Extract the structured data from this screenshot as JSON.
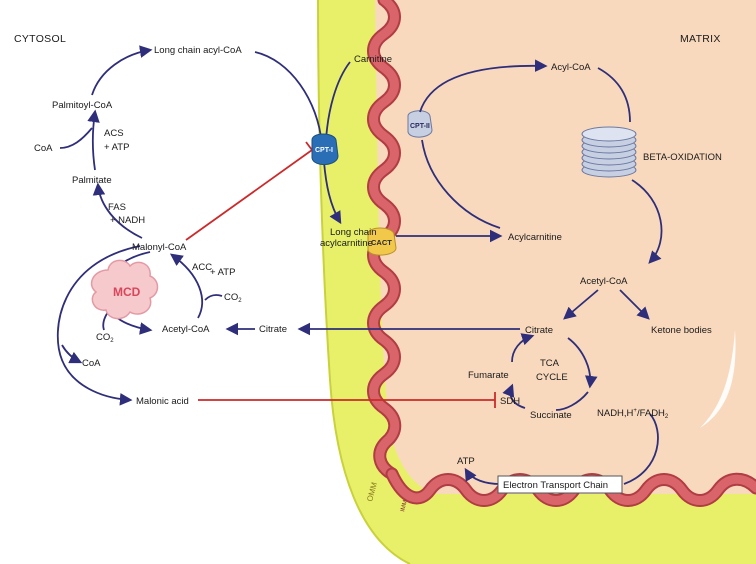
{
  "regions": {
    "cytosol": "CYTOSOL",
    "matrix": "MATRIX",
    "omm": "OMM",
    "imm": "IMM"
  },
  "cytosol": {
    "long_chain_acyl_coa": "Long chain acyl-CoA",
    "palmitoyl_coa": "Palmitoyl-CoA",
    "acs": "ACS",
    "plus_atp_acs": "+ ATP",
    "coa_acs": "CoA",
    "palmitate": "Palmitate",
    "fas": "FAS",
    "plus_nadh": "+ NADH",
    "malonyl_coa": "Malonyl-CoA",
    "acc": "ACC",
    "plus_atp_acc": "+ ATP",
    "co2_acc": "CO",
    "co2_acc_sub": "2",
    "mcd": "MCD",
    "co2_mcd": "CO",
    "co2_mcd_sub": "2",
    "acetyl_coa": "Acetyl-CoA",
    "citrate": "Citrate",
    "coa_malonic": "CoA",
    "malonic_acid": "Malonic acid"
  },
  "membrane": {
    "carnitine": "Carnitine",
    "cpt1": "CPT-I",
    "cpt2": "CPT-II",
    "long_chain_acylcarnitine_1": "Long chain",
    "long_chain_acylcarnitine_2": "acylcarnitine",
    "cact": "CACT"
  },
  "matrix": {
    "acyl_coa": "Acyl-CoA",
    "beta_oxidation": "BETA-OXIDATION",
    "acylcarnitine": "Acylcarnitine",
    "acetyl_coa": "Acetyl-CoA",
    "citrate": "Citrate",
    "ketone_bodies": "Ketone bodies",
    "tca_1": "TCA",
    "tca_2": "CYCLE",
    "fumarate": "Fumarate",
    "sdh": "SDH",
    "succinate": "Succinate",
    "nadh_1": "NADH,H",
    "nadh_sup": "+",
    "nadh_2": "/FADH",
    "nadh_sub": "2",
    "atp": "ATP",
    "etc": "Electron Transport Chain"
  },
  "colors": {
    "pathway": "#2e2e7a",
    "inhibition": "#cc2a2a",
    "omm": "#e8f06a",
    "matrix": "#f9d9bd",
    "imm_fill": "#d9646a",
    "imm_stroke": "#b03c44",
    "cpt": "#2a6fb5",
    "cact": "#f2c84b",
    "mcd": "#f6c9cd"
  }
}
